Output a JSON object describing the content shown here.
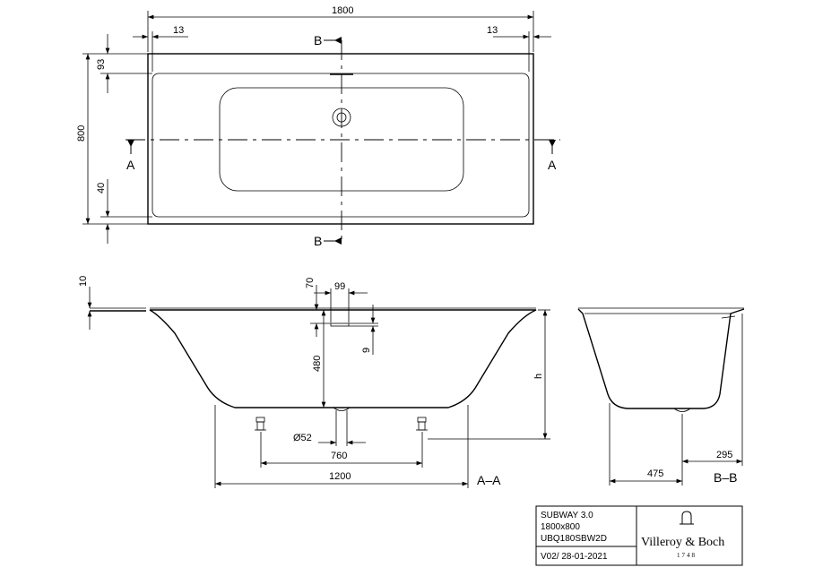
{
  "dimensions": {
    "length": "1800",
    "rim_left": "13",
    "rim_right": "13",
    "rim_top": "93",
    "width": "800",
    "rim_bottom": "40",
    "rim_height": "10",
    "drain_offset": "70",
    "drain_width": "99",
    "drain_height": "9",
    "depth": "480",
    "height_var": "h",
    "drain_diameter": "Ø52",
    "feet_spacing": "760",
    "bottom_length": "1200",
    "side_bottom": "475",
    "side_offset": "295"
  },
  "section_labels": {
    "b_top": "B",
    "b_bottom": "B",
    "a_left": "A",
    "a_right": "A",
    "aa": "A–A",
    "bb": "B–B"
  },
  "title_block": {
    "product": "SUBWAY 3.0",
    "size": "1800x800",
    "code": "UBQ180SBW2D",
    "version": "V02/ 28-01-2021",
    "brand": "Villeroy & Boch",
    "year": "1748"
  }
}
